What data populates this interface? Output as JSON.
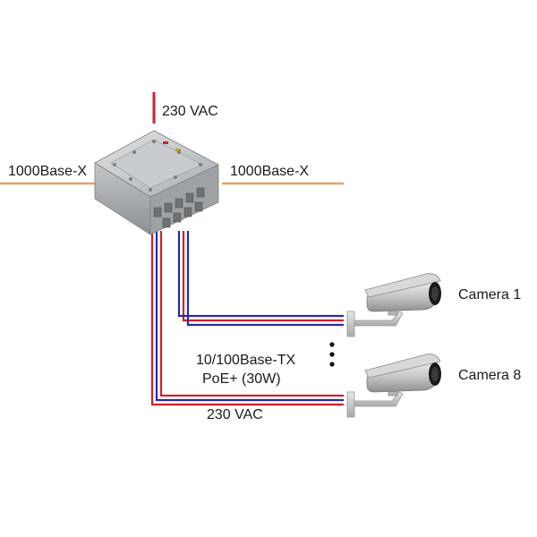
{
  "labels": {
    "power_top": "230 VAC",
    "uplink_left": "1000Base-X",
    "uplink_right": "1000Base-X",
    "camera_first": "Camera 1",
    "camera_last": "Camera 8",
    "ethernet_line1": "10/100Base-TX",
    "ethernet_line2": "PoE+ (30W)",
    "power_bottom": "230 VAC"
  },
  "colors": {
    "fiber": "#e3a463",
    "power": "#d0202a",
    "poe_blue": "#2a2aa6",
    "enclosure": "#b9bcbe",
    "camera_body": "#c8c8c8"
  },
  "icons": {
    "switch": "explosion-proof-switch-enclosure-icon",
    "camera": "cctv-camera-icon"
  }
}
